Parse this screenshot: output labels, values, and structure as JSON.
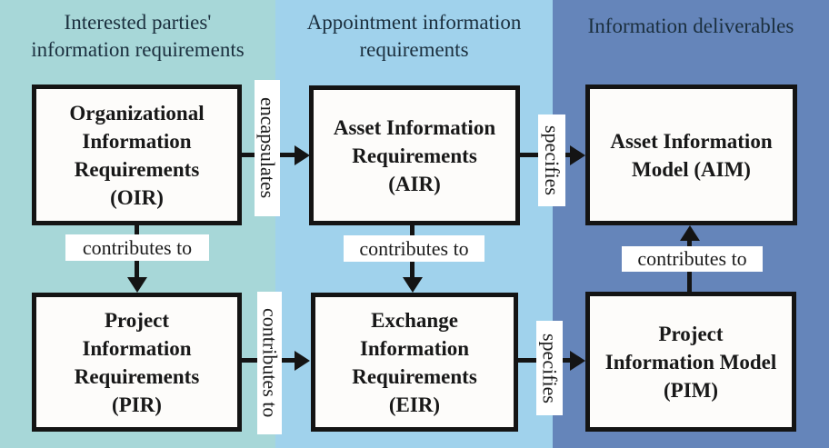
{
  "columns": [
    {
      "header": "Interested parties'\ninformation requirements"
    },
    {
      "header": "Appointment information\nrequirements"
    },
    {
      "header": "Information deliverables"
    }
  ],
  "boxes": {
    "oir": {
      "label": "Organizational\nInformation\nRequirements\n(OIR)"
    },
    "pir": {
      "label": "Project\nInformation\nRequirements\n(PIR)"
    },
    "air": {
      "label": "Asset Information\nRequirements\n(AIR)"
    },
    "eir": {
      "label": "Exchange\nInformation\nRequirements\n(EIR)"
    },
    "aim": {
      "label": "Asset Information\nModel (AIM)"
    },
    "pim": {
      "label": "Project\nInformation Model\n(PIM)"
    }
  },
  "connectors": {
    "oir_air": {
      "label": "encapsulates",
      "from": "OIR",
      "to": "AIR",
      "direction": "right"
    },
    "oir_pir": {
      "label": "contributes to",
      "from": "OIR",
      "to": "PIR",
      "direction": "down"
    },
    "pir_eir": {
      "label": "contributes to",
      "from": "PIR",
      "to": "EIR",
      "direction": "right"
    },
    "air_eir": {
      "label": "contributes to",
      "from": "AIR",
      "to": "EIR",
      "direction": "down"
    },
    "air_aim": {
      "label": "specifies",
      "from": "AIR",
      "to": "AIM",
      "direction": "right"
    },
    "eir_pim": {
      "label": "specifies",
      "from": "EIR",
      "to": "PIM",
      "direction": "right"
    },
    "pim_aim": {
      "label": "contributes to",
      "from": "PIM",
      "to": "AIM",
      "direction": "up"
    }
  },
  "colors": {
    "col-teal": "#a7d7d8",
    "col-lightblue": "#a0d2ec",
    "col-blue": "#6585ba",
    "box-fill": "#fdfcfa",
    "box-border": "#141414",
    "box-text": "#181818",
    "header-text": "#1b2f3e",
    "connector": "#141414",
    "label-bg": "#ffffff",
    "label-text": "#1c1c1c"
  }
}
